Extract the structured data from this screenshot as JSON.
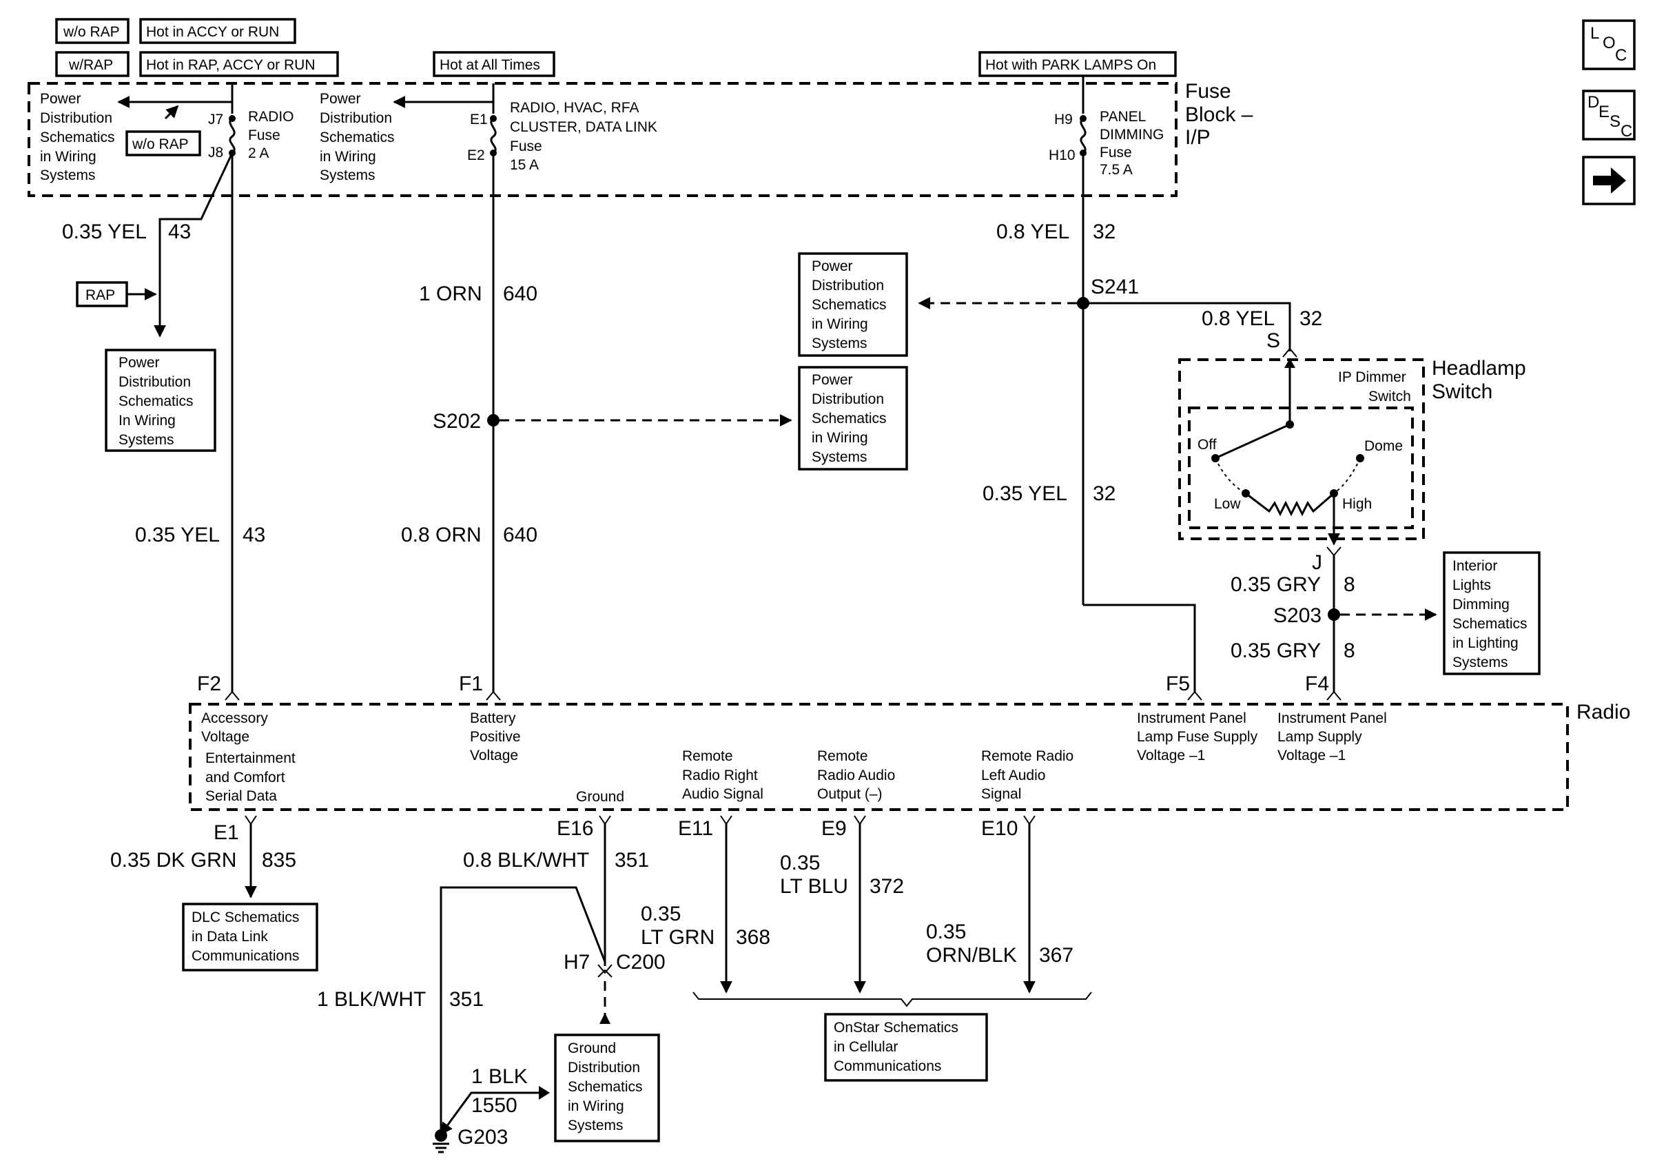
{
  "top_labels": {
    "wo_rap": "w/o RAP",
    "hot_accy_run": "Hot in ACCY or RUN",
    "w_rap": "w/RAP",
    "hot_rap_accy_run": "Hot in RAP, ACCY or RUN",
    "hot_all_times": "Hot at All Times",
    "hot_park_lamps": "Hot with PARK LAMPS On"
  },
  "nav": {
    "loc": [
      "L",
      "O",
      "C"
    ],
    "desc": [
      "D",
      "E",
      "S",
      "C"
    ]
  },
  "fuse_block": {
    "title": [
      "Fuse",
      "Block –",
      "I/P"
    ],
    "pds_left": [
      "Power",
      "Distribution",
      "Schematics",
      "in Wiring",
      "Systems"
    ],
    "pds_mid": [
      "Power",
      "Distribution",
      "Schematics",
      "in Wiring",
      "Systems"
    ],
    "wo_rap_inner": "w/o RAP",
    "radio_fuse": [
      "RADIO",
      "Fuse",
      "2 A"
    ],
    "radio_fuse_pins": [
      "J7",
      "J8"
    ],
    "radio_hvac_fuse": [
      "RADIO, HVAC, RFA",
      "CLUSTER, DATA LINK",
      "Fuse",
      "15 A"
    ],
    "radio_hvac_pins": [
      "E1",
      "E2"
    ],
    "panel_dimming_fuse": [
      "PANEL",
      "DIMMING",
      "Fuse",
      "7.5 A"
    ],
    "panel_dimming_pins": [
      "H9",
      "H10"
    ]
  },
  "wires": {
    "w43_top": [
      "0.35 YEL",
      "43"
    ],
    "w640_top": [
      "1 ORN",
      "640"
    ],
    "w32_top": [
      "0.8 YEL",
      "32"
    ],
    "s241": "S241",
    "w32_branch": [
      "0.8 YEL",
      "32"
    ],
    "s_pin": "S",
    "rap_box": "RAP",
    "s202": "S202",
    "w43_mid": [
      "0.35 YEL",
      "43"
    ],
    "w640_mid": [
      "0.8 ORN",
      "640"
    ],
    "w32_mid": [
      "0.35 YEL",
      "32"
    ],
    "j_pin": "J",
    "w8_top": [
      "0.35 GRY",
      "8"
    ],
    "s203": "S203",
    "w8_bot": [
      "0.35 GRY",
      "8"
    ]
  },
  "ref_boxes": {
    "pds_left_lower": [
      "Power",
      "Distribution",
      "Schematics",
      "In Wiring",
      "Systems"
    ],
    "pds_right_upper": [
      "Power",
      "Distribution",
      "Schematics",
      "in Wiring",
      "Systems"
    ],
    "pds_right_lower": [
      "Power",
      "Distribution",
      "Schematics",
      "in Wiring",
      "Systems"
    ],
    "interior_lights": [
      "Interior",
      "Lights",
      "Dimming",
      "Schematics",
      "in Lighting",
      "Systems"
    ],
    "dlc": [
      "DLC Schematics",
      "in Data Link",
      "Communications"
    ],
    "ground_dist": [
      "Ground",
      "Distribution",
      "Schematics",
      "in Wiring",
      "Systems"
    ],
    "onstar": [
      "OnStar Schematics",
      "in Cellular",
      "Communications"
    ]
  },
  "headlamp_switch": {
    "title": [
      "Headlamp",
      "Switch"
    ],
    "ip_dimmer": [
      "IP Dimmer",
      "Switch"
    ],
    "off": "Off",
    "dome": "Dome",
    "low": "Low",
    "high": "High"
  },
  "radio": {
    "title": "Radio",
    "pins_top": [
      "F2",
      "F1",
      "F5",
      "F4"
    ],
    "accessory_voltage": [
      "Accessory",
      "Voltage"
    ],
    "ent_comfort": [
      "Entertainment",
      "and Comfort",
      "Serial Data"
    ],
    "battery_positive": [
      "Battery",
      "Positive",
      "Voltage"
    ],
    "ground": "Ground",
    "remote_right": [
      "Remote",
      "Radio Right",
      "Audio Signal"
    ],
    "remote_audio_out": [
      "Remote",
      "Radio Audio",
      "Output (–)"
    ],
    "remote_left": [
      "Remote Radio",
      "Left Audio",
      "Signal"
    ],
    "ip_lamp_fuse": [
      "Instrument Panel",
      "Lamp Fuse Supply",
      "Voltage –1"
    ],
    "ip_lamp_supply": [
      "Instrument Panel",
      "Lamp Supply",
      "Voltage –1"
    ],
    "pins_bottom": [
      "E1",
      "E16",
      "E11",
      "E9",
      "E10"
    ]
  },
  "lower": {
    "w835": [
      "0.35 DK GRN",
      "835"
    ],
    "w351_top": [
      "0.8 BLK/WHT",
      "351"
    ],
    "w351_bot": [
      "1 BLK/WHT",
      "351"
    ],
    "h7": "H7",
    "c200": "C200",
    "w368": [
      "0.35",
      "LT GRN",
      "368"
    ],
    "w372": [
      "0.35",
      "LT BLU",
      "372"
    ],
    "w367": [
      "0.35",
      "ORN/BLK",
      "367"
    ],
    "w1550": [
      "1 BLK",
      "1550"
    ],
    "g203": "G203"
  }
}
